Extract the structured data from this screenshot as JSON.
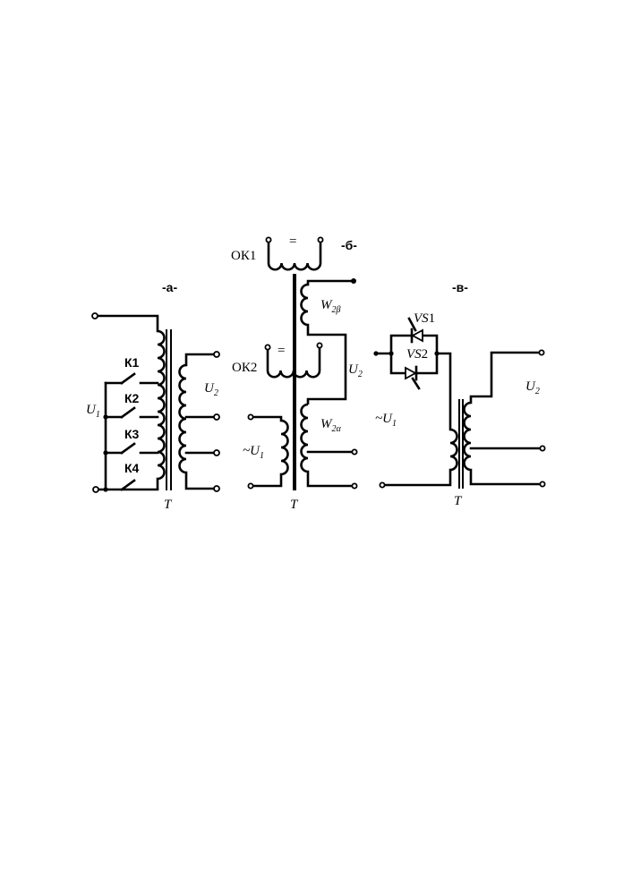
{
  "panels": {
    "a": {
      "title": "-а-",
      "switches": [
        "К1",
        "К2",
        "К3",
        "К4"
      ],
      "input_label": "U",
      "input_sub": "1",
      "output_label": "U",
      "output_sub": "2",
      "transformer_label": "T"
    },
    "b": {
      "title": "-б-",
      "ok1_label": "ОК1",
      "ok2_label": "ОК2",
      "dc_symbol_1": "=",
      "dc_symbol_2": "=",
      "winding_beta": "W",
      "winding_beta_sub": "2β",
      "winding_alpha": "W",
      "winding_alpha_sub": "2α",
      "output_label": "U",
      "output_sub": "2",
      "input_label": "~U",
      "input_sub": "1",
      "transformer_label": "T"
    },
    "c": {
      "title": "-в-",
      "vs1": "VS",
      "vs1_num": "1",
      "vs2": "VS",
      "vs2_num": "2",
      "input_label": "~U",
      "input_sub": "1",
      "output_label": "U",
      "output_sub": "2",
      "transformer_label": "T"
    }
  }
}
